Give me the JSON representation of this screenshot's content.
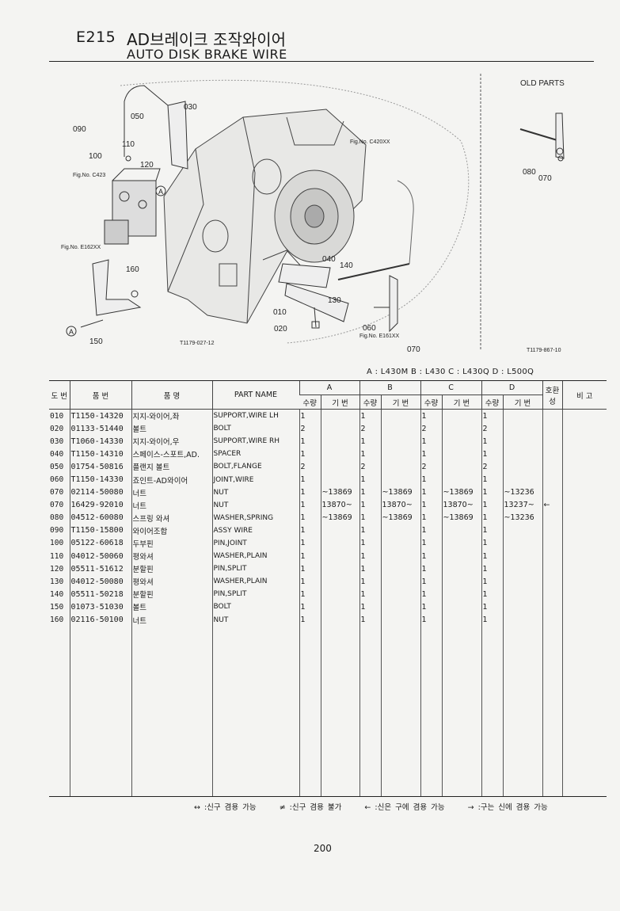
{
  "header": {
    "code": "E215",
    "title_ko": "AD브레이크 조작와이어",
    "title_en": "AUTO DISK BRAKE WIRE"
  },
  "figure": {
    "old_parts_label": "OLD PARTS",
    "ref_main": "T1179-027-12",
    "ref_old": "T1179-867-10",
    "callouts": [
      "030",
      "050",
      "090",
      "110",
      "100",
      "120",
      "040",
      "140",
      "130",
      "010",
      "020",
      "060",
      "070",
      "160",
      "150",
      "080",
      "070"
    ],
    "fig_refs": [
      "Fig.No. C420XX",
      "Fig.No. C423",
      "Fig.No. E162XX",
      "Fig.No. E161XX"
    ],
    "circle_mark": "A"
  },
  "model_key": "A : L430M   B : L430   C : L430Q   D : L500Q",
  "table": {
    "headers": {
      "ref_no": "도 번",
      "part_no": "품 번",
      "name_ko": "품 명",
      "part_name": "PART NAME",
      "groups": [
        "A",
        "B",
        "C",
        "D"
      ],
      "qty": "수량",
      "serial": "기 번",
      "interchange": "호환성",
      "remarks": "비 고"
    },
    "rows": [
      {
        "ref": "010",
        "pn": "T1150-14320",
        "ko": "지지-와이어,좌",
        "en": "SUPPORT,WIRE LH",
        "a": "1",
        "as": "",
        "b": "1",
        "bs": "",
        "c": "1",
        "cs": "",
        "d": "1",
        "ds": "",
        "ic": ""
      },
      {
        "ref": "020",
        "pn": "01133-51440",
        "ko": "볼트",
        "en": "BOLT",
        "a": "2",
        "as": "",
        "b": "2",
        "bs": "",
        "c": "2",
        "cs": "",
        "d": "2",
        "ds": "",
        "ic": ""
      },
      {
        "ref": "030",
        "pn": "T1060-14330",
        "ko": "지지-와이어,우",
        "en": "SUPPORT,WIRE RH",
        "a": "1",
        "as": "",
        "b": "1",
        "bs": "",
        "c": "1",
        "cs": "",
        "d": "1",
        "ds": "",
        "ic": ""
      },
      {
        "ref": "040",
        "pn": "T1150-14310",
        "ko": "스페이스-스포트,AD.",
        "en": "SPACER",
        "a": "1",
        "as": "",
        "b": "1",
        "bs": "",
        "c": "1",
        "cs": "",
        "d": "1",
        "ds": "",
        "ic": ""
      },
      {
        "ref": "050",
        "pn": "01754-50816",
        "ko": "플랜지 볼트",
        "en": "BOLT,FLANGE",
        "a": "2",
        "as": "",
        "b": "2",
        "bs": "",
        "c": "2",
        "cs": "",
        "d": "2",
        "ds": "",
        "ic": ""
      },
      {
        "ref": "060",
        "pn": "T1150-14330",
        "ko": "죠인트-AD와이어",
        "en": "JOINT,WIRE",
        "a": "1",
        "as": "",
        "b": "1",
        "bs": "",
        "c": "1",
        "cs": "",
        "d": "1",
        "ds": "",
        "ic": ""
      },
      {
        "ref": "070",
        "pn": "02114-50080",
        "ko": "너트",
        "en": "NUT",
        "a": "1",
        "as": "~13869",
        "b": "1",
        "bs": "~13869",
        "c": "1",
        "cs": "~13869",
        "d": "1",
        "ds": "~13236",
        "ic": ""
      },
      {
        "ref": "070",
        "pn": "16429-92010",
        "ko": "너트",
        "en": "NUT",
        "a": "1",
        "as": "13870~",
        "b": "1",
        "bs": "13870~",
        "c": "1",
        "cs": "13870~",
        "d": "1",
        "ds": "13237~",
        "ic": "←"
      },
      {
        "ref": "080",
        "pn": "04512-60080",
        "ko": "스프링 와셔",
        "en": "WASHER,SPRING",
        "a": "1",
        "as": "~13869",
        "b": "1",
        "bs": "~13869",
        "c": "1",
        "cs": "~13869",
        "d": "1",
        "ds": "~13236",
        "ic": ""
      },
      {
        "ref": "090",
        "pn": "T1150-15800",
        "ko": "와이어조합",
        "en": "ASSY WIRE",
        "a": "1",
        "as": "",
        "b": "1",
        "bs": "",
        "c": "1",
        "cs": "",
        "d": "1",
        "ds": "",
        "ic": ""
      },
      {
        "ref": "100",
        "pn": "05122-60618",
        "ko": "두부핀",
        "en": "PIN,JOINT",
        "a": "1",
        "as": "",
        "b": "1",
        "bs": "",
        "c": "1",
        "cs": "",
        "d": "1",
        "ds": "",
        "ic": ""
      },
      {
        "ref": "110",
        "pn": "04012-50060",
        "ko": "평와셔",
        "en": "WASHER,PLAIN",
        "a": "1",
        "as": "",
        "b": "1",
        "bs": "",
        "c": "1",
        "cs": "",
        "d": "1",
        "ds": "",
        "ic": ""
      },
      {
        "ref": "120",
        "pn": "05511-51612",
        "ko": "분할핀",
        "en": "PIN,SPLIT",
        "a": "1",
        "as": "",
        "b": "1",
        "bs": "",
        "c": "1",
        "cs": "",
        "d": "1",
        "ds": "",
        "ic": ""
      },
      {
        "ref": "130",
        "pn": "04012-50080",
        "ko": "평와셔",
        "en": "WASHER,PLAIN",
        "a": "1",
        "as": "",
        "b": "1",
        "bs": "",
        "c": "1",
        "cs": "",
        "d": "1",
        "ds": "",
        "ic": ""
      },
      {
        "ref": "140",
        "pn": "05511-50218",
        "ko": "분할핀",
        "en": "PIN,SPLIT",
        "a": "1",
        "as": "",
        "b": "1",
        "bs": "",
        "c": "1",
        "cs": "",
        "d": "1",
        "ds": "",
        "ic": ""
      },
      {
        "ref": "150",
        "pn": "01073-51030",
        "ko": "볼트",
        "en": "BOLT",
        "a": "1",
        "as": "",
        "b": "1",
        "bs": "",
        "c": "1",
        "cs": "",
        "d": "1",
        "ds": "",
        "ic": ""
      },
      {
        "ref": "160",
        "pn": "02116-50100",
        "ko": "너트",
        "en": "NUT",
        "a": "1",
        "as": "",
        "b": "1",
        "bs": "",
        "c": "1",
        "cs": "",
        "d": "1",
        "ds": "",
        "ic": ""
      }
    ]
  },
  "legend": [
    "↔ :신구 겸용 가능",
    "≠ :신구 겸용 불가",
    "← :신은 구에 겸용 가능",
    "→ :구는 신에 겸용 가능"
  ],
  "page_number": "200"
}
